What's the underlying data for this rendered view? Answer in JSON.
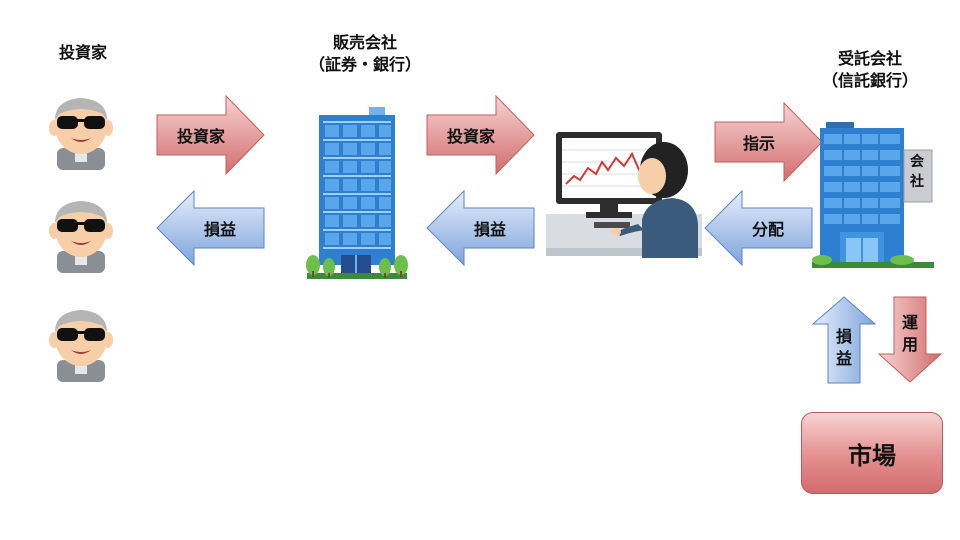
{
  "labels": {
    "investors": "投資家",
    "sales_company_line1": "販売会社",
    "sales_company_line2": "（証券・銀行）",
    "trustee_line1": "受託会社",
    "trustee_line2": "（信託銀行）"
  },
  "arrows": {
    "invest_1": "投資家",
    "invest_2": "投資家",
    "instruct": "指示",
    "profit_1": "損益",
    "profit_2": "損益",
    "distribute": "分配",
    "up_profit": "損益",
    "down_operate": "運用"
  },
  "market": {
    "label": "市場"
  },
  "building_sign": "会社",
  "colors": {
    "red_arrow_top": "#f6d3d3",
    "red_arrow_bottom": "#d36d6d",
    "blue_arrow_top": "#e5eefb",
    "blue_arrow_bottom": "#7ea4dc",
    "building_blue": "#3f8bd6"
  }
}
